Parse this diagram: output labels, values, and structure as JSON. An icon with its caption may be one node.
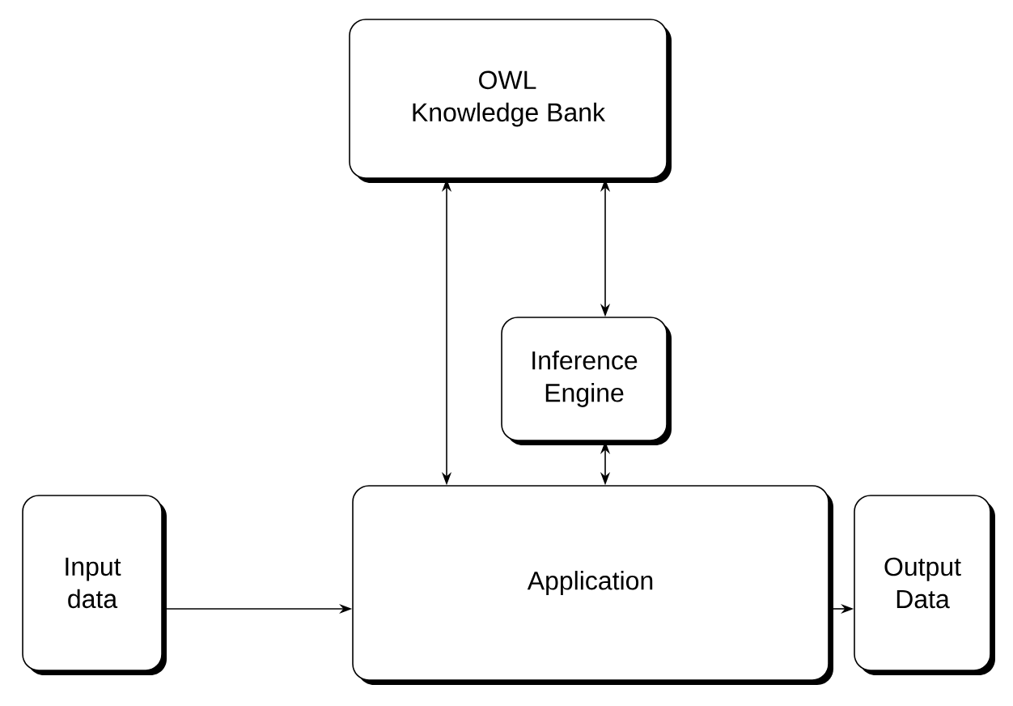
{
  "diagram": {
    "nodes": [
      {
        "text": [
          "OWL Knowledge Bank"
        ]
      },
      {
        "text": [
          "Inference Engine"
        ]
      },
      {
        "text": [
          "Input data"
        ]
      },
      {
        "text": [
          "Application"
        ]
      },
      {
        "text": [
          "Output Data"
        ]
      }
    ],
    "edges": [
      {
        "from": 0,
        "to": 3,
        "arrow": "both"
      },
      {
        "from": 0,
        "to": 1,
        "arrow": "both"
      },
      {
        "from": 1,
        "to": 3,
        "arrow": "both"
      },
      {
        "from": 2,
        "to": 3,
        "arrow": "to"
      },
      {
        "from": 3,
        "to": 4,
        "arrow": "to"
      }
    ]
  }
}
